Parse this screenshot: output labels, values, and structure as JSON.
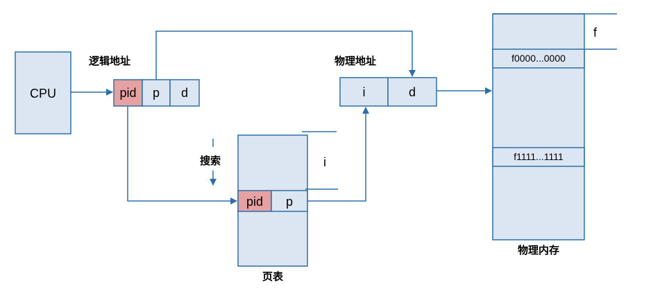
{
  "colors": {
    "box_fill": "#dce6f2",
    "box_stroke": "#2e6fa8",
    "pid_fill": "#e6a2a2",
    "arrow": "#2e6fa8",
    "text": "#000000",
    "background": "#ffffff"
  },
  "cpu": {
    "label": "CPU"
  },
  "logical_address": {
    "title": "逻辑地址",
    "fields": [
      "pid",
      "p",
      "d"
    ]
  },
  "physical_address": {
    "title": "物理地址",
    "fields": [
      "i",
      "d"
    ]
  },
  "search": {
    "label": "搜索"
  },
  "page_table": {
    "title": "页表",
    "entry_fields": [
      "pid",
      "p"
    ],
    "index_label": "i"
  },
  "physical_memory": {
    "title": "物理内存",
    "frame_label": "f",
    "first_address": "f0000...0000",
    "last_address": "f1111...1111"
  }
}
